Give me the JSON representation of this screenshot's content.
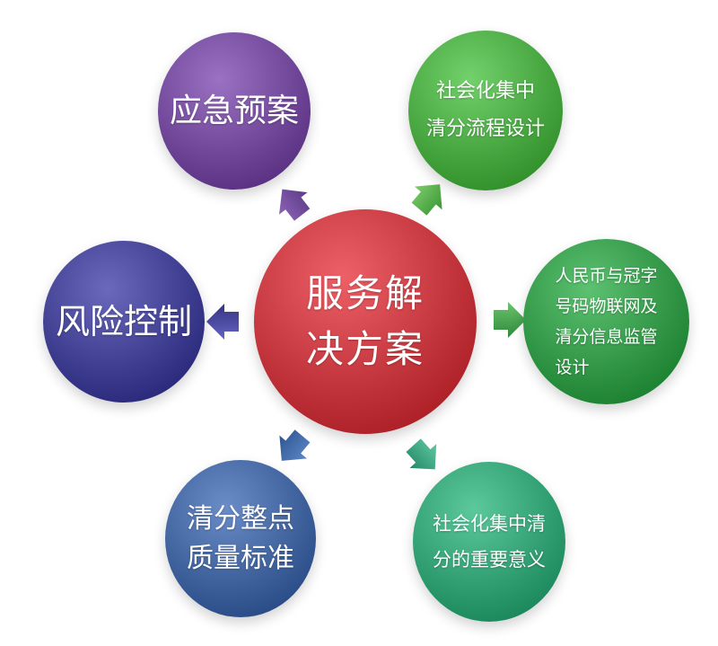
{
  "diagram": {
    "center": {
      "lines": [
        "服务解",
        "决方案"
      ],
      "color": "#c0333a"
    },
    "nodes": [
      {
        "id": "emergency",
        "lines": [
          "应急预案"
        ],
        "color": "#6e4596"
      },
      {
        "id": "risk",
        "lines": [
          "风险控制"
        ],
        "color": "#3d3c8f"
      },
      {
        "id": "quality",
        "lines": [
          "清分整点",
          "质量标准"
        ],
        "color": "#3d5f9a"
      },
      {
        "id": "process",
        "lines": [
          "社会化集中",
          "清分流程设计"
        ],
        "color": "#46a43f"
      },
      {
        "id": "rmb",
        "lines": [
          "人民币与冠字",
          "号码物联网及",
          "清分信息监管",
          "设计"
        ],
        "color": "#2f9444"
      },
      {
        "id": "importance",
        "lines": [
          "社会化集中清",
          "分的重要意义"
        ],
        "color": "#2f9c70"
      }
    ]
  }
}
